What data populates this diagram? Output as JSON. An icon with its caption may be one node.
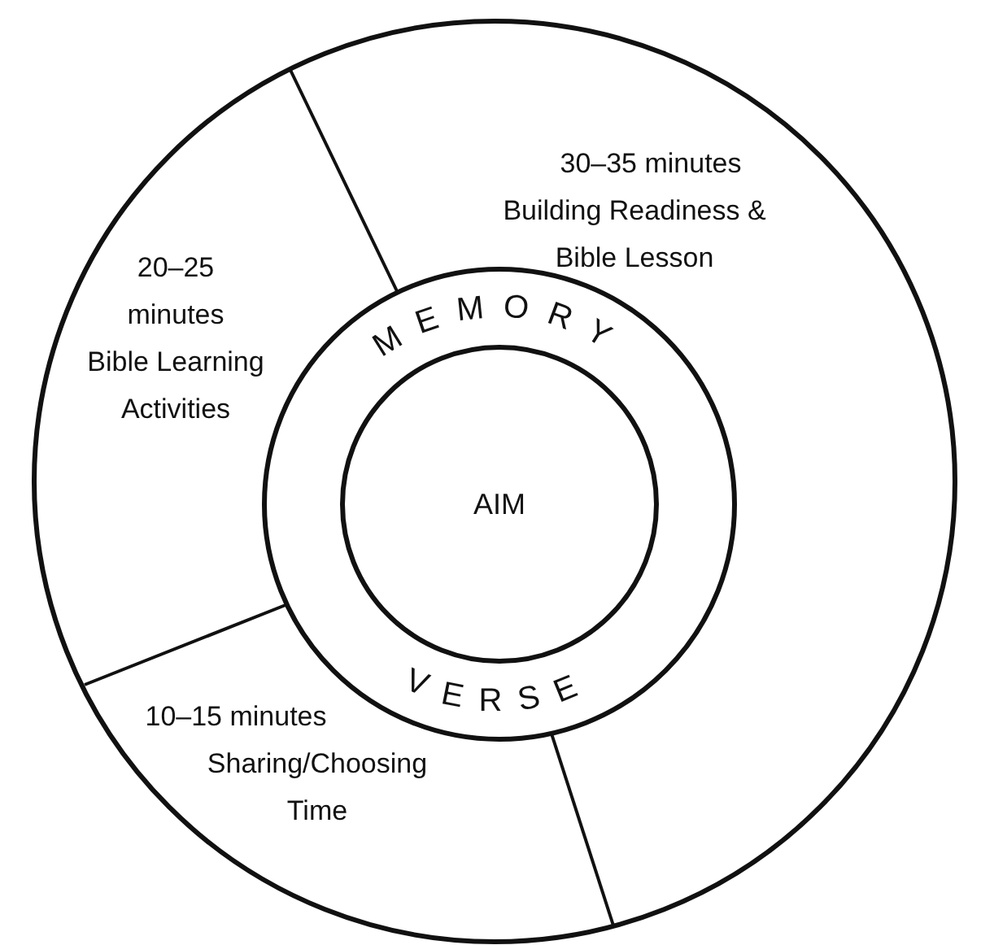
{
  "diagram": {
    "nodes": [
      {
        "text": [
          "30–35 minutes",
          "Building Readiness & Bible Lesson"
        ]
      },
      {
        "text": [
          "20–25 minutes",
          "Bible Learning Activities"
        ]
      },
      {
        "text": [
          "10–15 minutes",
          "Sharing/Choosing Time"
        ]
      },
      {
        "text": [
          "MEMORY",
          "VERSE"
        ]
      },
      {
        "text": [
          "AIM"
        ],
        "in": 3
      }
    ]
  }
}
